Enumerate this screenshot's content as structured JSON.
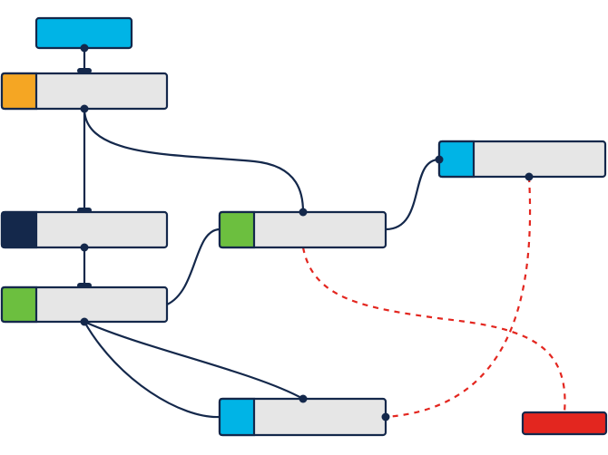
{
  "colors": {
    "line": "#14284b",
    "node_fill": "#e6e6e6",
    "cyan": "#00b4e6",
    "orange": "#f5a623",
    "navy": "#14284b",
    "green": "#6cbf3f",
    "red": "#e3261f",
    "dashed": "#e3261f",
    "background": "#ffffff"
  },
  "nodes": [
    {
      "id": "root-node",
      "accent": "cyan",
      "kind": "full"
    },
    {
      "id": "orange-node",
      "accent": "orange",
      "kind": "accented"
    },
    {
      "id": "navy-node",
      "accent": "navy",
      "kind": "accented"
    },
    {
      "id": "green-left-node",
      "accent": "green",
      "kind": "accented"
    },
    {
      "id": "green-center-node",
      "accent": "green",
      "kind": "accented"
    },
    {
      "id": "cyan-right-node",
      "accent": "cyan",
      "kind": "accented"
    },
    {
      "id": "cyan-bottom-node",
      "accent": "cyan",
      "kind": "accented"
    },
    {
      "id": "red-node",
      "accent": "red",
      "kind": "full"
    }
  ],
  "edges": [
    {
      "from": "root-node",
      "to": "orange-node",
      "style": "solid"
    },
    {
      "from": "orange-node",
      "to": "navy-node",
      "style": "solid"
    },
    {
      "from": "orange-node",
      "to": "green-center-node",
      "style": "solid"
    },
    {
      "from": "navy-node",
      "to": "green-left-node",
      "style": "solid"
    },
    {
      "from": "green-left-node",
      "to": "green-center-node",
      "style": "solid"
    },
    {
      "from": "green-left-node",
      "to": "cyan-bottom-node",
      "style": "solid"
    },
    {
      "from": "green-center-node",
      "to": "cyan-right-node",
      "style": "solid"
    },
    {
      "from": "cyan-right-node",
      "to": "cyan-bottom-node",
      "style": "solid"
    },
    {
      "from": "green-center-node",
      "to": "red-node",
      "style": "dashed"
    }
  ]
}
